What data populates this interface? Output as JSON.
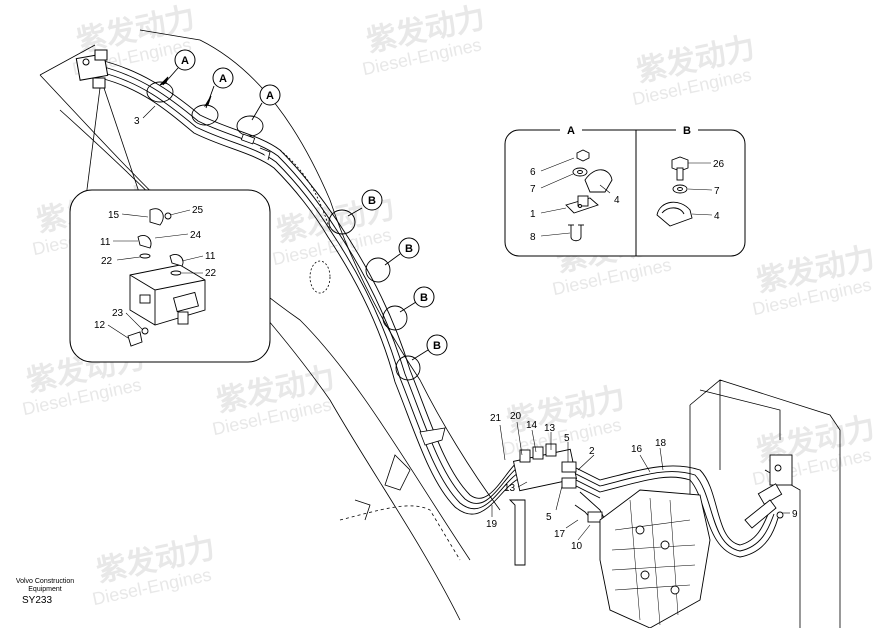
{
  "watermark": {
    "cn": "紫发动力",
    "en": "Diesel-Engines"
  },
  "caption": {
    "company_line1": "Volvo Construction",
    "company_line2": "Equipment",
    "code": "SY233"
  },
  "detail_panel": {
    "header_a": "A",
    "header_b": "B",
    "a_labels": [
      "6",
      "7",
      "4",
      "1",
      "8"
    ],
    "b_labels": [
      "26",
      "7",
      "4"
    ]
  },
  "inset_labels": [
    "15",
    "25",
    "11",
    "24",
    "22",
    "11",
    "22",
    "23",
    "12"
  ],
  "main_labels": [
    "3",
    "21",
    "20",
    "14",
    "13",
    "5",
    "2",
    "16",
    "18",
    "13",
    "19",
    "5",
    "17",
    "10",
    "9"
  ],
  "callouts": [
    "A",
    "A",
    "A",
    "B",
    "B",
    "B",
    "B"
  ]
}
